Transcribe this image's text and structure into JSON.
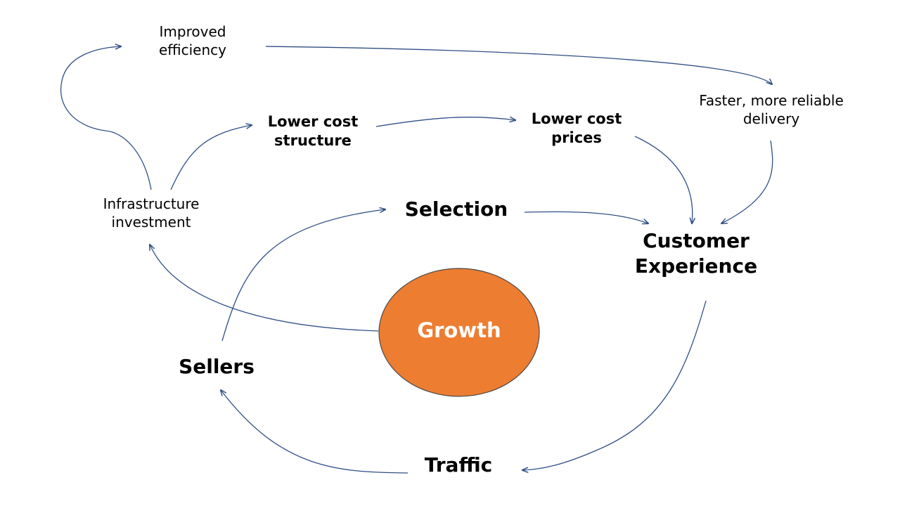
{
  "nodes": {
    "improved_efficiency": {
      "lines": [
        "Improved",
        "efficiency"
      ]
    },
    "lower_cost_structure": {
      "lines": [
        "Lower cost",
        "structure"
      ]
    },
    "lower_cost_prices": {
      "lines": [
        "Lower cost",
        "prices"
      ]
    },
    "faster_delivery": {
      "lines": [
        "Faster, more reliable",
        "delivery"
      ]
    },
    "infrastructure_investment": {
      "lines": [
        "Infrastructure",
        "investment"
      ]
    },
    "selection": {
      "lines": [
        "Selection"
      ]
    },
    "customer_experience": {
      "lines": [
        "Customer",
        "Experience"
      ]
    },
    "growth": {
      "lines": [
        "Growth"
      ]
    },
    "sellers": {
      "lines": [
        "Sellers"
      ]
    },
    "traffic": {
      "lines": [
        "Traffic"
      ]
    }
  },
  "colors": {
    "arrow": "#2f4f86",
    "growth_fill": "#ed7d31",
    "growth_border": "#4a4a4a",
    "growth_text": "#ffffff"
  }
}
